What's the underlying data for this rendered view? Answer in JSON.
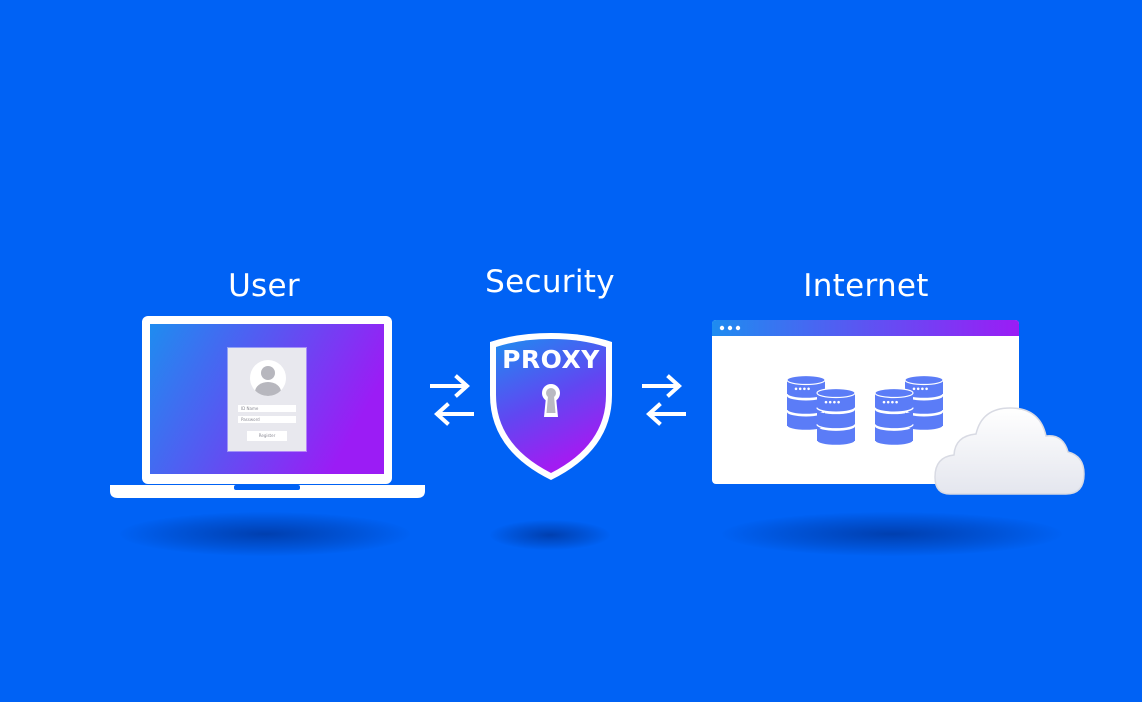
{
  "labels": {
    "user": "User",
    "security": "Security",
    "internet": "Internet"
  },
  "shield": {
    "text": "PROXY",
    "icon": "keyhole-icon"
  },
  "login_form": {
    "id_field": "ID Name",
    "password_field": "Password",
    "button": "Register"
  },
  "icons": {
    "arrows": "exchange-arrows-icon",
    "database": "database-icon",
    "cloud": "cloud-icon"
  },
  "colors": {
    "background": "#0062F5",
    "gradient_start": "#1E8CF0",
    "gradient_end": "#9B1CF5",
    "database": "#5B7CF7",
    "white": "#FFFFFF"
  }
}
